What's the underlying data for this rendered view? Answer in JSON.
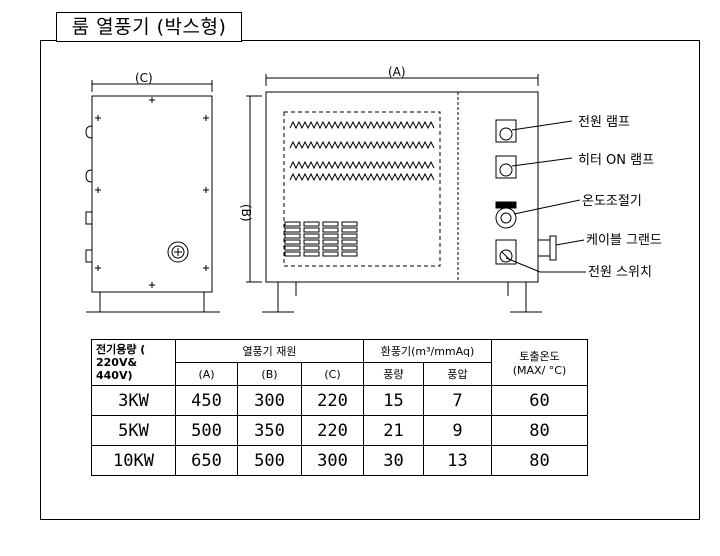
{
  "title": "룸 열풍기 (박스형)",
  "dims": {
    "a": "(A)",
    "b": "(B)",
    "c": "(C)"
  },
  "callouts": {
    "power_lamp": "전원 램프",
    "heater_lamp": "히터 ON 램프",
    "thermostat": "온도조절기",
    "cable_gland": "케이블 그랜드",
    "power_switch": "전원 스위치"
  },
  "table": {
    "capacity_header": "전기용량 ( 220V& 440V)",
    "dims_header": "열풍기 재원",
    "fan_header": "환풍기(m³/mmAq)",
    "outlet_header": "토출온도",
    "outlet_unit": "(MAX/ °C)",
    "sub_a": "(A)",
    "sub_b": "(B)",
    "sub_c": "(C)",
    "sub_flow": "풍량",
    "sub_pressure": "풍압",
    "rows": [
      {
        "cap": "3KW",
        "a": "450",
        "b": "300",
        "c": "220",
        "flow": "15",
        "pres": "7",
        "temp": "60"
      },
      {
        "cap": "5KW",
        "a": "500",
        "b": "350",
        "c": "220",
        "flow": "21",
        "pres": "9",
        "temp": "80"
      },
      {
        "cap": "10KW",
        "a": "650",
        "b": "500",
        "c": "300",
        "flow": "30",
        "pres": "13",
        "temp": "80"
      }
    ]
  }
}
